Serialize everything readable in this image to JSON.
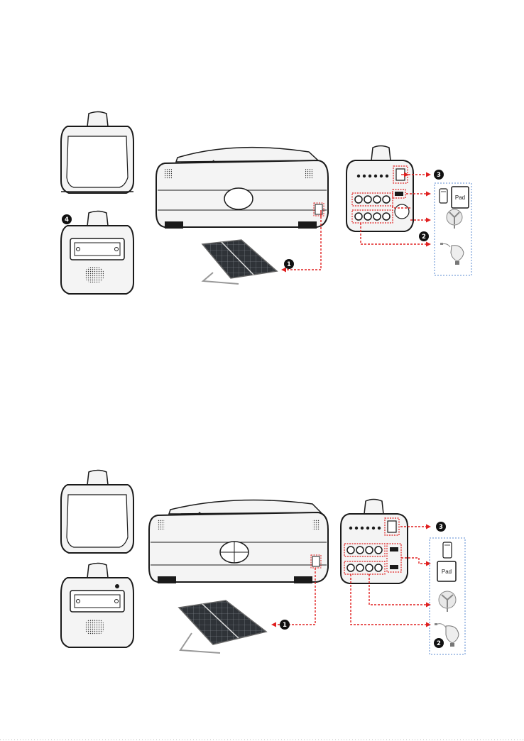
{
  "diagrams": [
    {
      "id": "top",
      "callouts": {
        "solar_input": "1",
        "dc_outputs": "2",
        "power_switch": "3",
        "back_panel": "4"
      },
      "devices": {
        "tablet_label": "Pad"
      }
    },
    {
      "id": "bottom",
      "callouts": {
        "solar_input": "1",
        "dc_outputs": "2",
        "power_switch": "3"
      },
      "devices": {
        "tablet_label": "Pad"
      }
    }
  ],
  "colors": {
    "line": "#1a1a1a",
    "device_fill": "#f4f4f4",
    "callout_arrow": "#e02020",
    "output_box": "#5b8bd0",
    "panel_cell": "#2f3338"
  },
  "icons": [
    "solar-panel-icon",
    "smartphone-icon",
    "tablet-icon",
    "fan-icon",
    "light-bulb-icon"
  ]
}
